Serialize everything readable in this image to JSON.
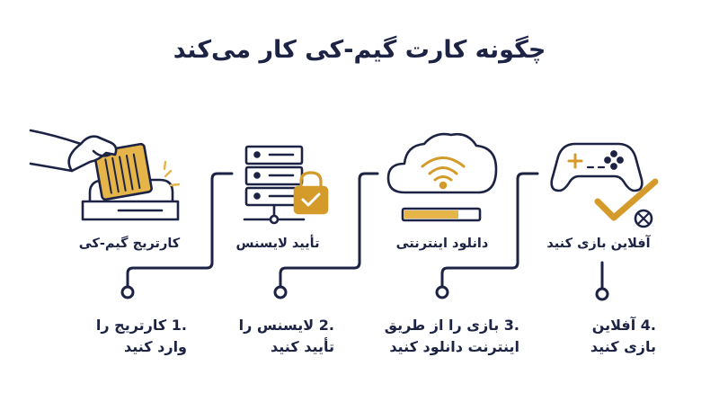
{
  "title": "چگونه کارت گیم-کی کار می‌کند",
  "colors": {
    "navy": "#1c2344",
    "gold": "#d49a2a",
    "light_gold": "#e6b54a"
  },
  "stages": [
    {
      "icon": "cartridge-reader-icon",
      "label": "کارتریج گیم-کی"
    },
    {
      "icon": "server-lock-icon",
      "label": "تأیید لایسنس"
    },
    {
      "icon": "cloud-wifi-download-icon",
      "label": "دانلود اینترنتی"
    },
    {
      "icon": "gamepad-check-icon",
      "label": "آفلاین بازی کنید"
    }
  ],
  "steps": [
    {
      "number": ".1",
      "text": "کارتریج را وارد کنید"
    },
    {
      "number": ".2",
      "text": "لایسنس را تأیید کنید"
    },
    {
      "number": ".3",
      "text": "بازی را از طریق اینترنت دانلود کنید"
    },
    {
      "number": ".4",
      "text": "آفلاین بازی کنید"
    }
  ]
}
